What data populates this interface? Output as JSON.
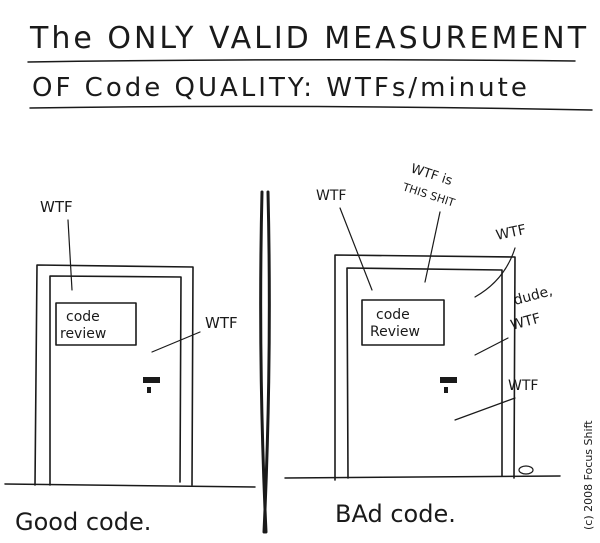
{
  "title": {
    "line1": "The ONLY VALID MEASUREMENT",
    "line2": "OF Code QUALITY: WTFs/minute"
  },
  "left_panel": {
    "sign": {
      "line1": "code",
      "line2": "review"
    },
    "exclamations": [
      "WTF",
      "WTF"
    ],
    "caption": "Good code."
  },
  "right_panel": {
    "sign": {
      "line1": "code",
      "line2": "Review"
    },
    "exclamations": [
      "WTF",
      "WTF is",
      "THIS SHIT",
      "WTF",
      "dude,",
      "WTF",
      "WTF"
    ],
    "caption": "BAd code."
  },
  "copyright": "(c) 2008 Focus Shift"
}
